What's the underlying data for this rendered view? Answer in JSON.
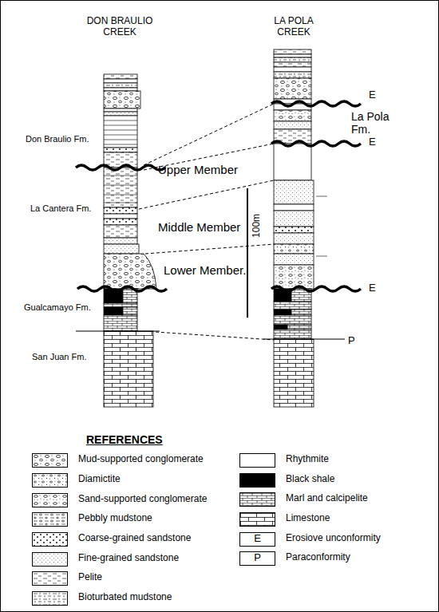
{
  "diagram": {
    "labels": [
      "DON BRAULIO CREEK",
      "LA POLA CREEK",
      "Don Braulio Fm.",
      "La Pola Fm.",
      "E",
      "E",
      "Upper Member",
      "La Cantera Fm.",
      "Middle Member",
      "100m",
      "Lower Member.",
      "E",
      "Gualcamayo Fm.",
      "P",
      "San Juan Fm.",
      "REFERENCES",
      "E",
      "P"
    ],
    "legend": [
      {
        "text": "Mud-supported conglomerate"
      },
      {
        "text": "Diamictite"
      },
      {
        "text": "Sand-supported conglomerate"
      },
      {
        "text": "Pebbly mudstone"
      },
      {
        "text": "Coarse-grained sandstone"
      },
      {
        "text": "Fine-grained sandstone"
      },
      {
        "text": "Pelite"
      },
      {
        "text": "Bioturbated mudstone"
      },
      {
        "text": "Rhythmite",
        "color": "#ffffff"
      },
      {
        "text": "Black shale",
        "color": "#000000"
      },
      {
        "text": "Marl and calcipelite"
      },
      {
        "text": "Limestone"
      },
      {
        "text": "Erosiove unconformity"
      },
      {
        "text": "Paraconformity"
      }
    ]
  }
}
